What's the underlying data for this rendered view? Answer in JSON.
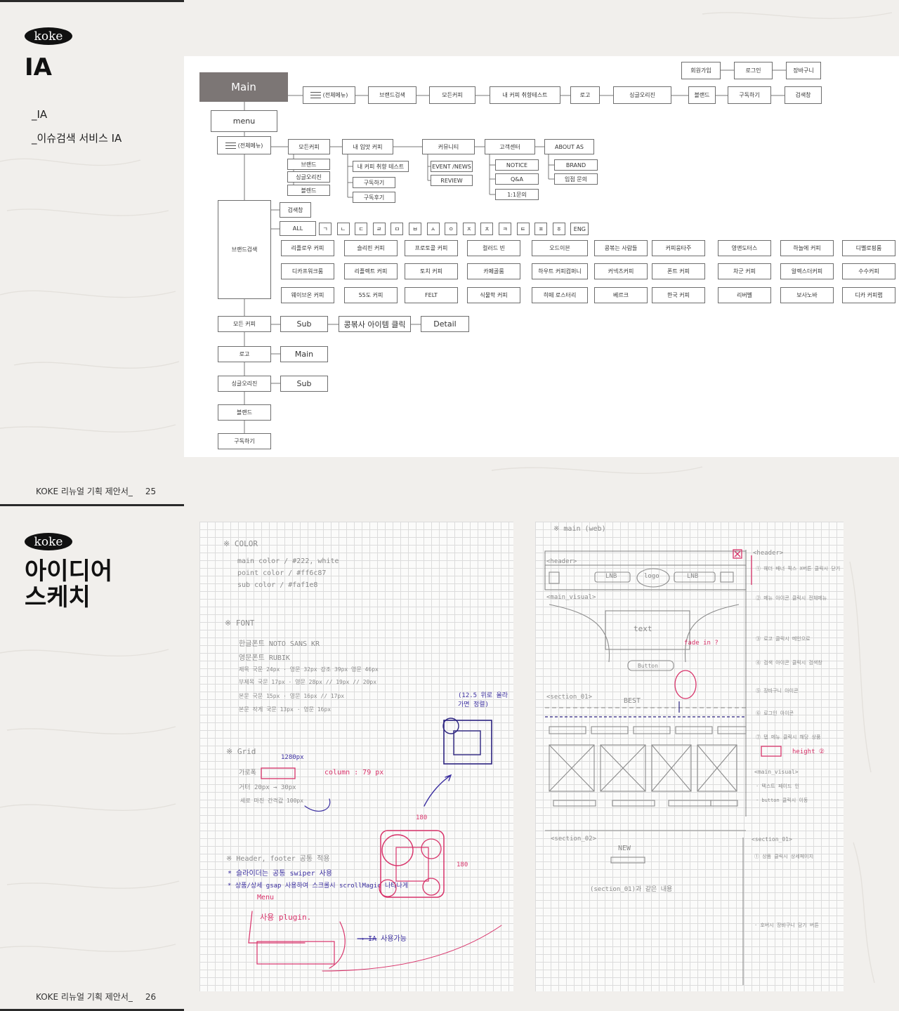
{
  "colors": {
    "background": "#f1efec",
    "rule": "#2a2a2a",
    "main_box": "#7c7675",
    "box_border": "#6e6e6e",
    "pen_red": "#d8336a",
    "pen_blue": "#3b2fa0",
    "pencil": "#8a8a8a"
  },
  "slide1": {
    "logo_text": "koke",
    "title": "IA",
    "subtitles": [
      "_IA",
      "_이슈검색 서비스 IA"
    ],
    "footer": {
      "label": "KOKE 리뉴얼 기획 제안서_",
      "page": "25"
    },
    "ia": {
      "top_right": [
        "회원가입",
        "로그인",
        "장바구니"
      ],
      "main": "Main",
      "gnb": [
        "(전체메뉴)",
        "브랜드검색",
        "모든커피",
        "내 커피 취향테스트",
        "로고",
        "싱글오리진",
        "블랜드",
        "구독하기",
        "검색창"
      ],
      "menu": "menu",
      "all_menu": "(전체메뉴)",
      "depth1": [
        "모든커피",
        "내 입맛 커피",
        "커뮤니티",
        "고객센터",
        "ABOUT AS"
      ],
      "all_coffee_sub": [
        "브랜드",
        "싱글오리진",
        "블렌드"
      ],
      "taste_sub": [
        "내 커피 취향 테스트",
        "구독하기",
        "구독후기"
      ],
      "community_sub": [
        "EVENT /NEWS",
        "REVIEW"
      ],
      "cs_sub": [
        "NOTICE",
        "Q&A",
        "1:1문의"
      ],
      "about_sub": [
        "BRAND",
        "입점 문의"
      ],
      "brand_search": "브랜드검색",
      "search_box": "검색창",
      "all": "ALL",
      "consonants": [
        "ㄱ",
        "ㄴ",
        "ㄷ",
        "ㄹ",
        "ㅁ",
        "ㅂ",
        "ㅅ",
        "ㅇ",
        "ㅈ",
        "ㅊ",
        "ㅋ",
        "ㅌ",
        "ㅍ",
        "ㅎ",
        "ENG"
      ],
      "brands_row1": [
        "리플로우 커피",
        "슬리핀 커피",
        "프로토콜 커피",
        "컬러드 빈",
        "오드이븐",
        "콩볶는 사람들",
        "커피웅타주",
        "영앤도터스",
        "하늘에 커피",
        "디벨로핑룸"
      ],
      "brands_row2": [
        "디카프워크룸",
        "리플렉트 커피",
        "토치 커피",
        "카페골룸",
        "하우트 커피컴퍼니",
        "커넥츠커피",
        "폰트 커피",
        "차군 커피",
        "알렉스더커피",
        "수수커피"
      ],
      "brands_row3": [
        "웨이브온 커피",
        "55도 커피",
        "FELT",
        "식물학 커피",
        "히떼 로스터리",
        "베르크",
        "한국 커피",
        "리버벨",
        "보사노바",
        "디카 커피랩"
      ],
      "flows": [
        {
          "from": "모든 커피",
          "steps": [
            "Sub",
            "콩볶사 아이템 클릭",
            "Detail"
          ]
        },
        {
          "from": "로고",
          "steps": [
            "Main"
          ]
        },
        {
          "from": "싱글오리진",
          "steps": [
            "Sub"
          ]
        },
        {
          "from": "블랜드",
          "steps": []
        },
        {
          "from": "구독하기",
          "steps": []
        }
      ]
    }
  },
  "slide2": {
    "logo_text": "koke",
    "title_line1": "아이디어",
    "title_line2": "스케치",
    "footer": {
      "label": "KOKE 리뉴얼 기획 제안서_",
      "page": "26"
    },
    "sketch_left": {
      "color_head": "※ COLOR",
      "color_lines": [
        "main color / #222, white",
        "point color / #ff6c87",
        "sub color / #faf1e8"
      ],
      "font_head": "※ FONT",
      "font_lines": [
        "한글폰트  NOTO SANS KR",
        "영문폰트  RUBIK",
        "제목  국문 24px · 영문 32px  강조 39px  영문 46px",
        "부제목  국문 17px · 영문 28px  // 19px // 20px",
        "본문  국문 15px · 영문 16px  // 17px",
        "본문 작게  국문 13px · 영문 16px"
      ],
      "grid_head": "※ Grid",
      "grid_lines": [
        "1280px",
        "가로폭",
        "거터 20px  → 30px",
        "column : 79 px",
        "세로 마진 간격값 100px"
      ],
      "note_top": "(12.5 위로 올라가면 정렬)",
      "header_head": "※ Header, footer 공통 적용",
      "header_lines": [
        "* 슬라이더는 공통 swiper 사용",
        "* 상품/상세 gsap 사용하여 스크롤시 scrollMagic 나타나게",
        "Menu",
        "사용 plugin.",
        "→ IA 사용가능"
      ],
      "circle_notes": [
        "180",
        "180"
      ]
    },
    "sketch_right": {
      "head": "※ main (web)",
      "labels": [
        "<header>",
        "LNB",
        "logo",
        "LNB",
        "<main_visual>",
        "text",
        "Button",
        "<section_01>",
        "BEST",
        "<section_02>",
        "NEW",
        "(section_01)과 같은 내용",
        "<header>"
      ],
      "notes": [
        "① 헤더 배너 픽스 X버튼 클릭시 닫기",
        "② 메뉴 아이콘 클릭시 전체메뉴",
        "③ 로고 클릭시 메인으로",
        "④ 검색 아이콘 클릭시 검색창",
        "⑤ 장바구니 아이콘",
        "⑥ 로그인 아이콘",
        "⑦ 탭 메뉴 클릭시 해당 상품",
        "height ②",
        "<main_visual>",
        "· 텍스트 페이드 인",
        "· button 클릭시 이동",
        "<section_01>",
        "① 상품 클릭시 상세페이지",
        "· 호버시 장바구니 담기 버튼",
        "fade in ?"
      ]
    }
  }
}
